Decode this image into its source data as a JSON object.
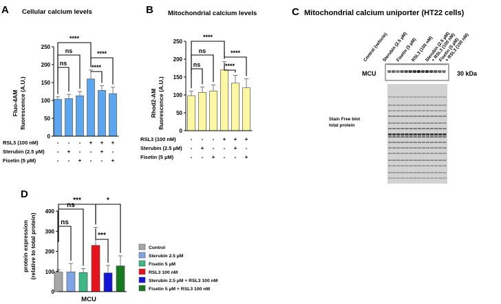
{
  "panels": {
    "A": {
      "letter": "A",
      "title": "Cellular calcium levels",
      "ylabel_lines": [
        "Fluo-4AM",
        "fluorescence (A.U.)"
      ],
      "yticks": [
        0,
        50,
        100,
        150,
        200,
        250
      ],
      "treat_rows": [
        {
          "label": "RSL3 (100 nM)",
          "signs": [
            "-",
            "-",
            "-",
            "+",
            "+",
            "+"
          ]
        },
        {
          "label": "Sterubin (2.5 µM)",
          "signs": [
            "-",
            "+",
            "-",
            "-",
            "+",
            "-"
          ]
        },
        {
          "label": "Fisetin (5 µM)",
          "signs": [
            "-",
            "-",
            "+",
            "-",
            "-",
            "+"
          ]
        }
      ],
      "sig": [
        "****",
        "ns",
        "ns",
        "****",
        "****"
      ]
    },
    "B": {
      "letter": "B",
      "title": "Mitochondrial calcium levels",
      "ylabel_lines": [
        "Rhod2-AM",
        "fluorescence (A.U.)"
      ],
      "yticks": [
        0,
        50,
        100,
        150,
        200,
        250
      ],
      "treat_rows": [
        {
          "label": "RSL3 (100 nM)",
          "signs": [
            "-",
            "-",
            "-",
            "+",
            "+",
            "+"
          ]
        },
        {
          "label": "Sterubin (2.5 µM)",
          "signs": [
            "-",
            "+",
            "-",
            "-",
            "+",
            "-"
          ]
        },
        {
          "label": "Fisetin (5 µM)",
          "signs": [
            "-",
            "-",
            "+",
            "-",
            "-",
            "+"
          ]
        }
      ],
      "sig": [
        "****",
        "ns",
        "ns",
        "****",
        "****"
      ]
    },
    "C": {
      "letter": "C",
      "title": "Mitochondrial calcium uniporter (HT22 cells)",
      "lanes": [
        "Control (vehicle)",
        "Sterubin (2.5 µM)",
        "Fisetin (5 µM)",
        "RSL3 (100 nM)",
        "Sterubin (2.5 µM) + RSL3 (100 nM)",
        "Fisetin (5 µM) + RSL3 (100 nM)"
      ],
      "protein_label": "MCU",
      "kda": "30 kDa",
      "stain_label": [
        "Stain Free blot",
        "total protein"
      ]
    },
    "D": {
      "letter": "D",
      "ylabel_lines": [
        "protein expression",
        "(relative to total protein)"
      ],
      "yticks": [
        0,
        100,
        200,
        300,
        400
      ],
      "xlabel": "MCU",
      "sig": [
        "***",
        "ns",
        "ns",
        "***",
        "*"
      ],
      "legend": [
        {
          "label": "Control",
          "color": "#a6a6a6"
        },
        {
          "label": "Sterubin 2.5 µM",
          "color": "#7fa4e6"
        },
        {
          "label": "Fisetin 5 µM",
          "color": "#3cb886"
        },
        {
          "label": "RSL3 100 nM",
          "color": "#e8121b"
        },
        {
          "label": "Sterubin 2.5 µM + RSL3 100 nM",
          "color": "#1414d9"
        },
        {
          "label": "Fisetin 5 µM + RSL3 100 nM",
          "color": "#187a1f"
        }
      ]
    }
  },
  "chart_data": [
    {
      "type": "bar",
      "title": "Cellular calcium levels",
      "ylabel": "Fluo-4AM fluorescence (A.U.)",
      "ylim": [
        0,
        250
      ],
      "bar_color": "#5aa6f0",
      "values": [
        103,
        105,
        113,
        160,
        128,
        119
      ],
      "errors": [
        7,
        12,
        12,
        25,
        13,
        18
      ]
    },
    {
      "type": "bar",
      "title": "Mitochondrial calcium levels",
      "ylabel": "Rhod2-AM fluorescence (A.U.)",
      "ylim": [
        0,
        250
      ],
      "bar_color": "#fdf7a0",
      "values": [
        98,
        107,
        111,
        170,
        133,
        120
      ],
      "errors": [
        13,
        15,
        17,
        23,
        22,
        25
      ]
    },
    {
      "type": "bar",
      "ylabel": "protein expression (relative to total protein)",
      "ylim": [
        0,
        400
      ],
      "categories": [
        "MCU"
      ],
      "series": [
        {
          "name": "Control",
          "values": [
            97
          ],
          "errors": [
            12
          ]
        },
        {
          "name": "Sterubin 2.5 µM",
          "values": [
            98
          ],
          "errors": [
            42
          ]
        },
        {
          "name": "Fisetin 5 µM",
          "values": [
            95
          ],
          "errors": [
            20
          ]
        },
        {
          "name": "RSL3 100 nM",
          "values": [
            230
          ],
          "errors": [
            90
          ]
        },
        {
          "name": "Sterubin 2.5 µM + RSL3 100 nM",
          "values": [
            93
          ],
          "errors": [
            37
          ]
        },
        {
          "name": "Fisetin 5 µM + RSL3 100 nM",
          "values": [
            128
          ],
          "errors": [
            50
          ]
        }
      ]
    }
  ]
}
